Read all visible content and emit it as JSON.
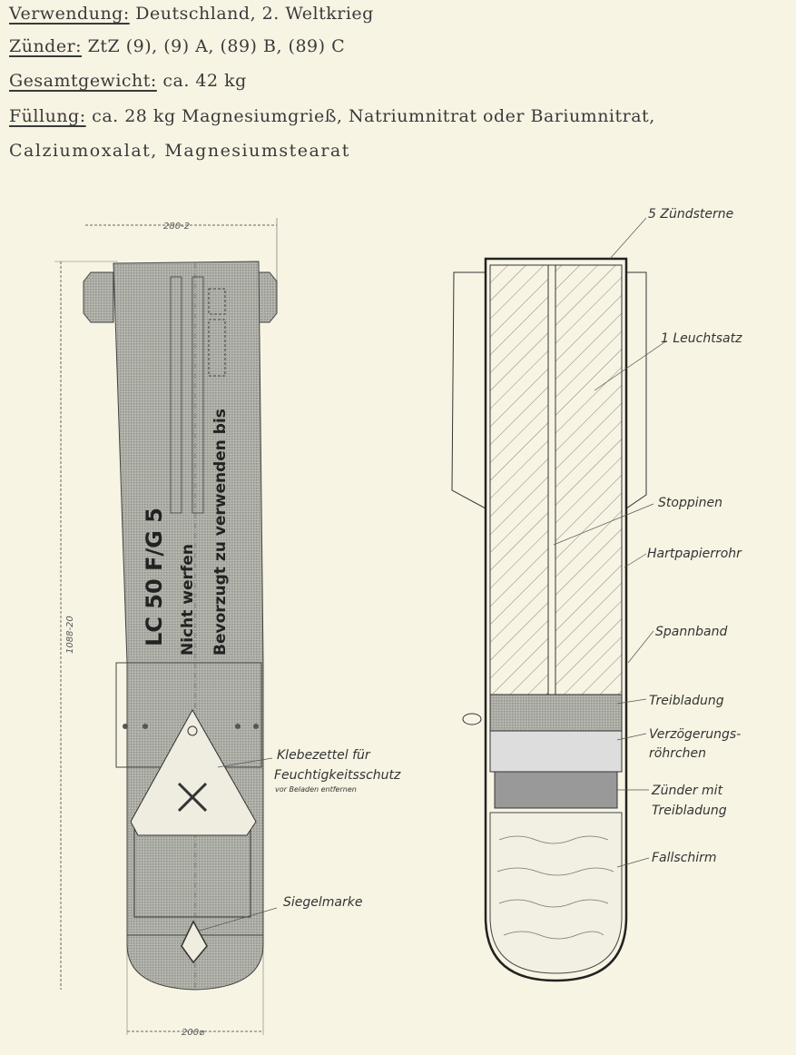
{
  "specs": [
    {
      "key": "Verwendung:",
      "value": "Deutschland, 2. Weltkrieg"
    },
    {
      "key": "Zünder:",
      "value": "ZtZ (9),  (9) A,  (89) B,  (89) C"
    },
    {
      "key": "Gesamtgewicht:",
      "value": "ca. 42 kg"
    },
    {
      "key": "Füllung:",
      "value": "ca. 28 kg  Magnesiumgrieß, Natriumnitrat oder Bariumnitrat,"
    },
    {
      "key": "",
      "value": "Calziumoxalat, Magnesiumstearat"
    }
  ],
  "exterior": {
    "dim_width": "280-2",
    "dim_length": "1088-20",
    "dim_diameter": "200⌀",
    "stencil_type": "LC 50 F/G 5",
    "stencil_line1": "Nicht werfen",
    "stencil_line2": "Bevorzugt zu verwenden bis",
    "label_klebezettel_1": "Klebezettel für",
    "label_klebezettel_2": "Feuchtigkeitsschutz",
    "label_klebezettel_3": "vor Beladen entfernen",
    "label_siegelmarke": "Siegelmarke"
  },
  "section": {
    "labels": {
      "zuendsterne": "5 Zündsterne",
      "leuchtsatz": "1 Leuchtsatz",
      "stoppinen": "Stoppinen",
      "hartpapierrohr": "Hartpapierrohr",
      "spannband": "Spannband",
      "treibladung": "Treibladung",
      "verzoegerung_1": "Verzögerungs-",
      "verzoegerung_2": "röhrchen",
      "zuender_1": "Zünder mit",
      "zuender_2": "Treibladung",
      "fallschirm": "Fallschirm"
    }
  },
  "colors": {
    "paper": "#f8f4e4",
    "shade": "#a9aaa2"
  }
}
